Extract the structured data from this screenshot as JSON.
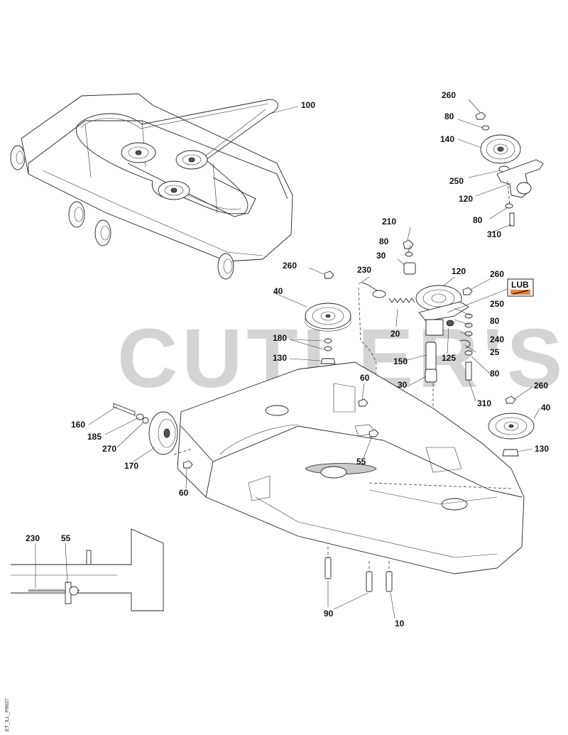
{
  "watermark": "CUTLER'S",
  "drawing_code": "ET_ILL_P8837",
  "lub_badge": "LUB",
  "callouts": [
    {
      "id": "c100",
      "text": "100"
    },
    {
      "id": "c260a",
      "text": "260"
    },
    {
      "id": "c80a",
      "text": "80"
    },
    {
      "id": "c140",
      "text": "140"
    },
    {
      "id": "c250a",
      "text": "250"
    },
    {
      "id": "c120a",
      "text": "120"
    },
    {
      "id": "c80b",
      "text": "80"
    },
    {
      "id": "c310a",
      "text": "310"
    },
    {
      "id": "c210",
      "text": "210"
    },
    {
      "id": "c80c",
      "text": "80"
    },
    {
      "id": "c30a",
      "text": "30"
    },
    {
      "id": "c230a",
      "text": "230"
    },
    {
      "id": "c260b",
      "text": "260"
    },
    {
      "id": "c120b",
      "text": "120"
    },
    {
      "id": "c260c",
      "text": "260"
    },
    {
      "id": "c40a",
      "text": "40"
    },
    {
      "id": "c250b",
      "text": "250"
    },
    {
      "id": "c80d",
      "text": "80"
    },
    {
      "id": "c240",
      "text": "240"
    },
    {
      "id": "c20",
      "text": "20"
    },
    {
      "id": "c125",
      "text": "125"
    },
    {
      "id": "c25",
      "text": "25"
    },
    {
      "id": "c180",
      "text": "180"
    },
    {
      "id": "c130a",
      "text": "130"
    },
    {
      "id": "c150",
      "text": "150"
    },
    {
      "id": "c80e",
      "text": "80"
    },
    {
      "id": "c60a",
      "text": "60"
    },
    {
      "id": "c30b",
      "text": "30"
    },
    {
      "id": "c310b",
      "text": "310"
    },
    {
      "id": "c260d",
      "text": "260"
    },
    {
      "id": "c40b",
      "text": "40"
    },
    {
      "id": "c160",
      "text": "160"
    },
    {
      "id": "c185",
      "text": "185"
    },
    {
      "id": "c270",
      "text": "270"
    },
    {
      "id": "c130b",
      "text": "130"
    },
    {
      "id": "c170",
      "text": "170"
    },
    {
      "id": "c55a",
      "text": "55"
    },
    {
      "id": "c60b",
      "text": "60"
    },
    {
      "id": "c230b",
      "text": "230"
    },
    {
      "id": "c55b",
      "text": "55"
    },
    {
      "id": "c90",
      "text": "90"
    },
    {
      "id": "c10",
      "text": "10"
    }
  ]
}
